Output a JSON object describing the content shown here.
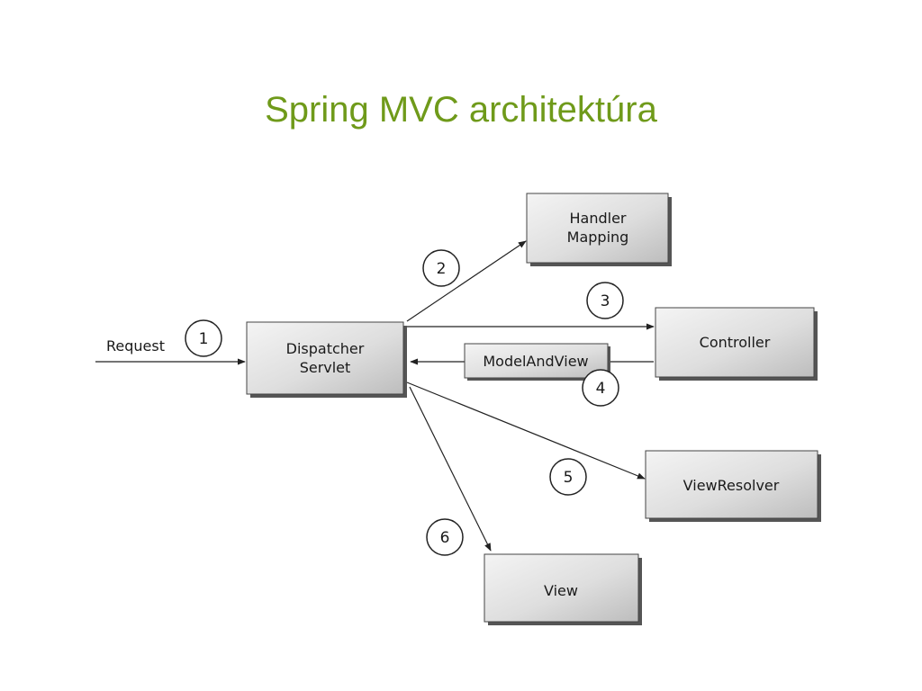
{
  "slide": {
    "title": "Spring MVC architektúra"
  },
  "diagram": {
    "request_label": "Request",
    "nodes": {
      "dispatcher": {
        "line1": "Dispatcher",
        "line2": "Servlet"
      },
      "handler_mapping": {
        "line1": "Handler",
        "line2": "Mapping"
      },
      "controller": {
        "label": "Controller"
      },
      "model_and_view": {
        "label": "ModelAndView"
      },
      "view_resolver": {
        "label": "ViewResolver"
      },
      "view": {
        "label": "View"
      }
    },
    "steps": [
      "1",
      "2",
      "3",
      "4",
      "5",
      "6"
    ]
  },
  "colors": {
    "title": "#6f9a1a",
    "box_light": "#f2f2f2",
    "box_dark": "#c4c4c4",
    "stroke": "#333333"
  }
}
